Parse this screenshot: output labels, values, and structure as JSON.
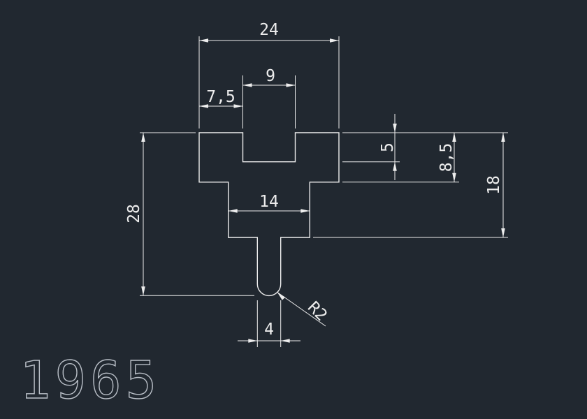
{
  "colors": {
    "background": "#212830",
    "line": "#ededed",
    "text": "#ededed",
    "part_number": "#b9bfc7"
  },
  "drawing": {
    "part_number": "1965",
    "dimensions": {
      "top_width": "24",
      "slot_width": "9",
      "slot_offset_left": "7,5",
      "slot_depth": "5",
      "head_depth": "8,5",
      "right_height": "18",
      "overall_height": "28",
      "middle_width": "14",
      "stem_width": "4",
      "bottom_radius": "R2"
    }
  }
}
